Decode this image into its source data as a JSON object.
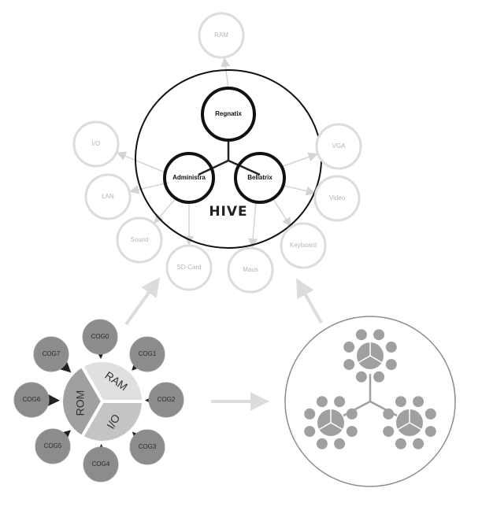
{
  "hive": {
    "logo": "HIVE",
    "cores": [
      "Regnatix",
      "Administra",
      "Bellatrix"
    ],
    "peripherals": [
      "RAM",
      "I/O",
      "LAN",
      "Sound",
      "SD-Card",
      "Maus",
      "Keyboard",
      "Video",
      "VGA"
    ]
  },
  "propeller": {
    "segments": [
      "RAM",
      "ROM",
      "I/O"
    ],
    "cogs": [
      "COG0",
      "COG1",
      "COG2",
      "COG3",
      "COG4",
      "COG5",
      "COG6",
      "COG7"
    ]
  },
  "colors": {
    "peripheral": "#dcdcdc",
    "cog": "#8c8c8c",
    "segment_ram": "#e0e0e0",
    "segment_rom": "#a0a0a0",
    "segment_io": "#c4c4c4"
  }
}
